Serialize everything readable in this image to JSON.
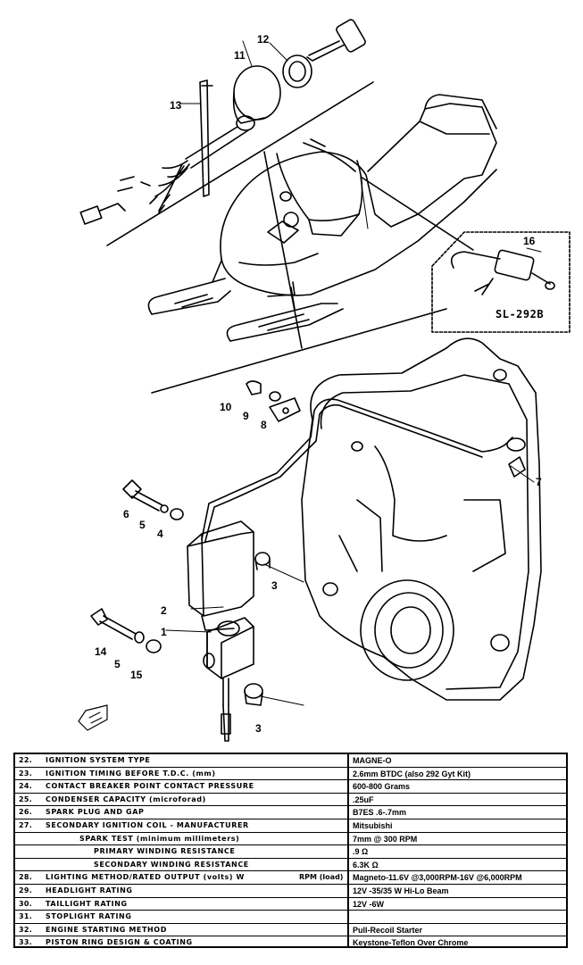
{
  "callouts": {
    "c1": "1",
    "c2": "2",
    "c3a": "3",
    "c3b": "3",
    "c4": "4",
    "c5a": "5",
    "c5b": "5",
    "c6": "6",
    "c7": "7",
    "c8": "8",
    "c9": "9",
    "c10": "10",
    "c11": "11",
    "c12": "12",
    "c13": "13",
    "c14": "14",
    "c15": "15",
    "c16": "16"
  },
  "kit_ref": "SL-292B",
  "specs": [
    {
      "num": "22.",
      "label": "IGNITION SYSTEM TYPE",
      "value": "MAGNE-O"
    },
    {
      "num": "23.",
      "label": "IGNITION TIMING BEFORE T.D.C. (mm)",
      "value": "2.6mm BTDC (also 292 Gyt Kit)"
    },
    {
      "num": "24.",
      "label": "CONTACT BREAKER POINT CONTACT PRESSURE",
      "value": "600-800 Grams"
    },
    {
      "num": "25.",
      "label": "CONDENSER CAPACITY (microforad)",
      "value": ".25uF"
    },
    {
      "num": "26.",
      "label": "SPARK PLUG AND GAP",
      "value": "B7ES .6-.7mm"
    },
    {
      "num": "27.",
      "label": "SECONDARY IGNITION COIL - MANUFACTURER",
      "value": "Mitsubishi"
    },
    {
      "num": "",
      "label": "SPARK TEST (minimum millimeters)",
      "value": "7mm @ 300 RPM"
    },
    {
      "num": "",
      "label": "PRIMARY WINDING RESISTANCE",
      "value": ".9 Ω"
    },
    {
      "num": "",
      "label": "SECONDARY WINDING RESISTANCE",
      "value": "6.3K Ω"
    },
    {
      "num": "28.",
      "label": "LIGHTING METHOD/RATED OUTPUT (volts) W",
      "rpm": "RPM (load)",
      "value": "Magneto-11.6V @3,000RPM-16V @6,000RPM"
    },
    {
      "num": "29.",
      "label": "HEADLIGHT RATING",
      "value": "12V -35/35 W Hi-Lo Beam"
    },
    {
      "num": "30.",
      "label": "TAILLIGHT RATING",
      "value": "12V -6W"
    },
    {
      "num": "31.",
      "label": "STOPLIGHT RATING",
      "value": ""
    },
    {
      "num": "32.",
      "label": "ENGINE STARTING METHOD",
      "value": "Pull-Recoil Starter"
    },
    {
      "num": "33.",
      "label": "PISTON RING DESIGN & COATING",
      "value": "Keystone-Teflon Over Chrome"
    }
  ]
}
